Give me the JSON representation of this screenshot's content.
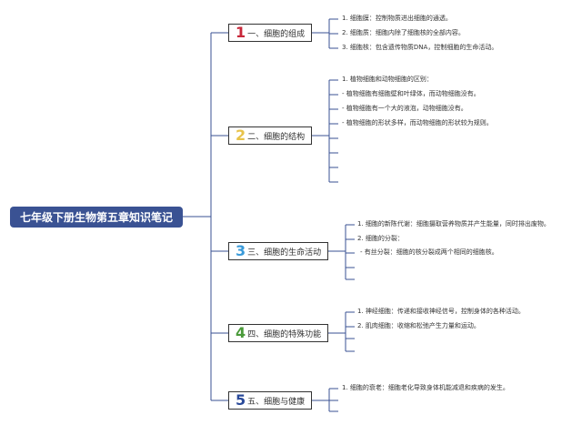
{
  "root": {
    "title": "七年级下册生物第五章知识笔记"
  },
  "colors": {
    "root_bg": "#3a5293",
    "line": "#3a5293"
  },
  "branches": [
    {
      "num": "1",
      "label": "一、细胞的组成",
      "color": "#c8283a",
      "items": [
        "1. 细胞膜：控制物质进出细胞的通透。",
        "2. 细胞质：细胞内除了细胞核的全部内容。",
        "3. 细胞核：包含遗传物质DNA，控制细胞的生命活动。"
      ]
    },
    {
      "num": "2",
      "label": "二、细胞的结构",
      "color": "#e8c34a",
      "items": [
        "1. 植物细胞和动物细胞的区别：",
        "- 植物细胞有细胞壁和叶绿体，而动物细胞没有。",
        "- 植物细胞有一个大的液泡，动物细胞没有。",
        "- 植物细胞的形状多样，而动物细胞的形状较为规则。"
      ]
    },
    {
      "num": "3",
      "label": "三、细胞的生命活动",
      "color": "#3a9ad9",
      "items": [
        "1. 细胞的新陈代谢：细胞摄取营养物质并产生能量，同时排出废物。",
        "2. 细胞的分裂：",
        "- 有丝分裂：细胞的核分裂成两个相同的细胞核。"
      ]
    },
    {
      "num": "4",
      "label": "四、细胞的特殊功能",
      "color": "#4a9a3a",
      "items": [
        "1. 神经细胞：传递和接收神经信号，控制身体的各种活动。",
        "2. 肌肉细胞：收缩和松弛产生力量和运动。"
      ]
    },
    {
      "num": "5",
      "label": "五、细胞与健康",
      "color": "#2a4a9a",
      "items": [
        "1. 细胞的衰老：细胞老化导致身体机能减退和疾病的发生。"
      ]
    }
  ]
}
